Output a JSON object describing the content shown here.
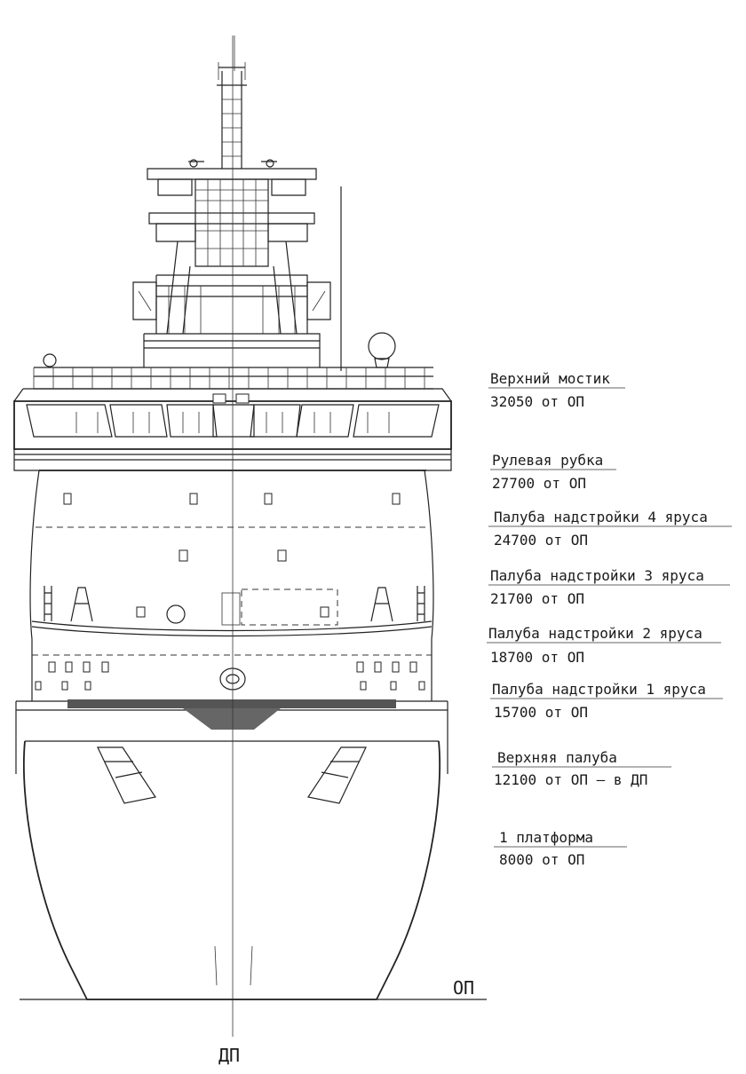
{
  "diagram": {
    "decks": [
      {
        "name": "Верхний мостик",
        "height": "32050 от ОП"
      },
      {
        "name": "Рулевая рубка",
        "height": "27700 от ОП"
      },
      {
        "name": "Палуба надстройки 4 яруса",
        "height": "24700 от ОП"
      },
      {
        "name": "Палуба надстройки 3 яруса",
        "height": "21700 от ОП"
      },
      {
        "name": "Палуба надстройки 2 яруса",
        "height": "18700 от ОП"
      },
      {
        "name": "Палуба надстройки 1 яруса",
        "height": "15700 от ОП"
      },
      {
        "name": "Верхняя палуба",
        "height": "12100 от ОП – в ДП"
      },
      {
        "name": "1 платформа",
        "height": "8000 от ОП"
      }
    ],
    "baseline_label": "ОП",
    "centerline_label": "ДП"
  }
}
